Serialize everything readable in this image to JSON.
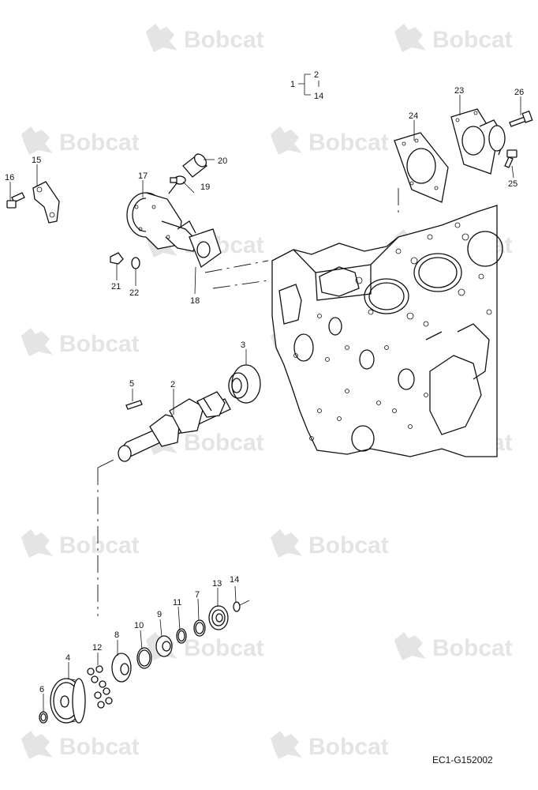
{
  "watermark": {
    "text": "Bobcat"
  },
  "group_key": {
    "parent": "1",
    "first": "2",
    "last": "14"
  },
  "callouts": [
    {
      "id": "c2",
      "text": "2"
    },
    {
      "id": "c3",
      "text": "3"
    },
    {
      "id": "c4",
      "text": "4"
    },
    {
      "id": "c5",
      "text": "5"
    },
    {
      "id": "c6",
      "text": "6"
    },
    {
      "id": "c7",
      "text": "7"
    },
    {
      "id": "c8",
      "text": "8"
    },
    {
      "id": "c9",
      "text": "9"
    },
    {
      "id": "c10",
      "text": "10"
    },
    {
      "id": "c11",
      "text": "11"
    },
    {
      "id": "c12",
      "text": "12"
    },
    {
      "id": "c13",
      "text": "13"
    },
    {
      "id": "c14",
      "text": "14"
    },
    {
      "id": "c15",
      "text": "15"
    },
    {
      "id": "c16",
      "text": "16"
    },
    {
      "id": "c17",
      "text": "17"
    },
    {
      "id": "c18",
      "text": "18"
    },
    {
      "id": "c19",
      "text": "19"
    },
    {
      "id": "c20",
      "text": "20"
    },
    {
      "id": "c21",
      "text": "21"
    },
    {
      "id": "c22",
      "text": "22"
    },
    {
      "id": "c23",
      "text": "23"
    },
    {
      "id": "c24",
      "text": "24"
    },
    {
      "id": "c25",
      "text": "25"
    },
    {
      "id": "c26",
      "text": "26"
    }
  ],
  "drawing_code": "EC1-G152002",
  "colors": {
    "line": "#111111",
    "watermark": "#e4e4e4",
    "background": "#ffffff"
  }
}
